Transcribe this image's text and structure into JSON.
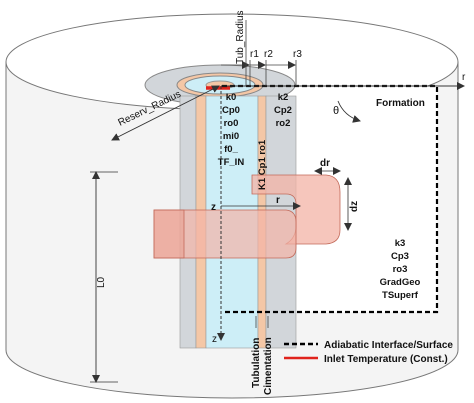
{
  "labels": {
    "tub_radius": "Tub_Radius",
    "reserv_radius": "Reserv_Radius",
    "r1": "r1",
    "r2": "r2",
    "r3": "r3",
    "r_axis": "r",
    "theta": "θ",
    "formation": "Formation",
    "dr": "dr",
    "dz": "dz",
    "z_mid": "z",
    "r_mid": "r",
    "z_bottom": "z",
    "L0": "L0",
    "tubulation": "Tubulation",
    "cimentation": "Cimentation",
    "k1_cp1_ro1": "K1 Cp1 ro1"
  },
  "fluid_props": [
    "k0",
    "Cp0",
    "ro0",
    "mi0",
    "f0_",
    "TF_IN"
  ],
  "tube_props": [
    "k2",
    "Cp2",
    "ro2"
  ],
  "formation_props": [
    "k3",
    "Cp3",
    "ro3",
    "GradGeo",
    "TSuperf"
  ],
  "legend": [
    {
      "label": "Adiabatic Interface/Surface",
      "style": "dashed",
      "color": "#000000"
    },
    {
      "label": "Inlet Temperature (Const.)",
      "style": "solid",
      "color": "#e0231c"
    }
  ],
  "colors": {
    "fluid": "#cdeef7",
    "tube": "#f4c7a6",
    "cement": "#d2d6da",
    "element": "#f3b3a6",
    "inlet": "#e0231c"
  }
}
